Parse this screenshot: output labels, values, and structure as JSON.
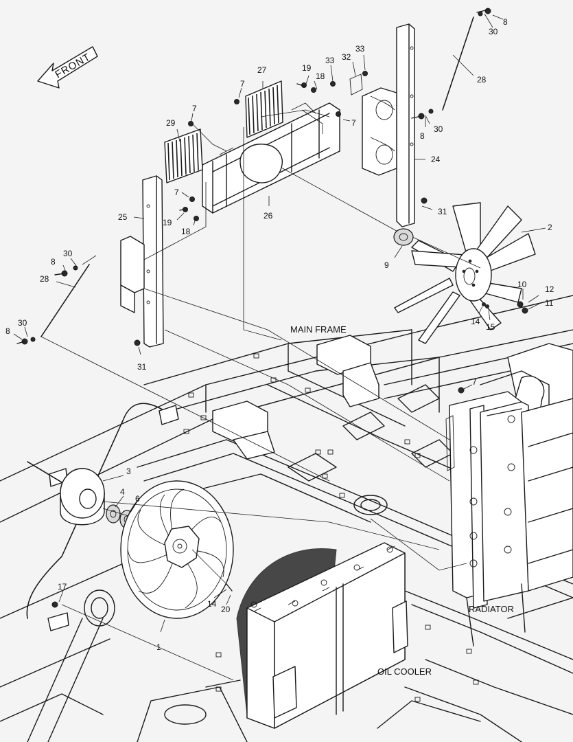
{
  "labels": {
    "front": "FRONT",
    "main_frame": "MAIN FRAME",
    "radiator": "RADIATOR",
    "oil_cooler": "OIL COOLER"
  },
  "callouts": [
    {
      "id": "c8a",
      "text": "8"
    },
    {
      "id": "c30a",
      "text": "30"
    },
    {
      "id": "c28a",
      "text": "28"
    },
    {
      "id": "c33a",
      "text": "33"
    },
    {
      "id": "c32",
      "text": "32"
    },
    {
      "id": "c33b",
      "text": "33"
    },
    {
      "id": "c19a",
      "text": "19"
    },
    {
      "id": "c18a",
      "text": "18"
    },
    {
      "id": "c27",
      "text": "27"
    },
    {
      "id": "c7a",
      "text": "7"
    },
    {
      "id": "c7b",
      "text": "7"
    },
    {
      "id": "c29",
      "text": "29"
    },
    {
      "id": "c7c",
      "text": "7"
    },
    {
      "id": "c8b",
      "text": "8"
    },
    {
      "id": "c30b",
      "text": "30"
    },
    {
      "id": "c24",
      "text": "24"
    },
    {
      "id": "c7d",
      "text": "7"
    },
    {
      "id": "c25",
      "text": "25"
    },
    {
      "id": "c19b",
      "text": "19"
    },
    {
      "id": "c18b",
      "text": "18"
    },
    {
      "id": "c26",
      "text": "26"
    },
    {
      "id": "c31a",
      "text": "31"
    },
    {
      "id": "c2",
      "text": "2"
    },
    {
      "id": "c9",
      "text": "9"
    },
    {
      "id": "c30c",
      "text": "30"
    },
    {
      "id": "c8c",
      "text": "8"
    },
    {
      "id": "c28b",
      "text": "28"
    },
    {
      "id": "c10",
      "text": "10"
    },
    {
      "id": "c12",
      "text": "12"
    },
    {
      "id": "c11",
      "text": "11"
    },
    {
      "id": "c14a",
      "text": "14"
    },
    {
      "id": "c15",
      "text": "15"
    },
    {
      "id": "c30d",
      "text": "30"
    },
    {
      "id": "c8d",
      "text": "8"
    },
    {
      "id": "c31b",
      "text": "31"
    },
    {
      "id": "c7e",
      "text": "7"
    },
    {
      "id": "c3",
      "text": "3"
    },
    {
      "id": "c4",
      "text": "4"
    },
    {
      "id": "c6",
      "text": "6"
    },
    {
      "id": "c17",
      "text": "17"
    },
    {
      "id": "c14b",
      "text": "14"
    },
    {
      "id": "c20",
      "text": "20"
    },
    {
      "id": "c1",
      "text": "1"
    }
  ]
}
